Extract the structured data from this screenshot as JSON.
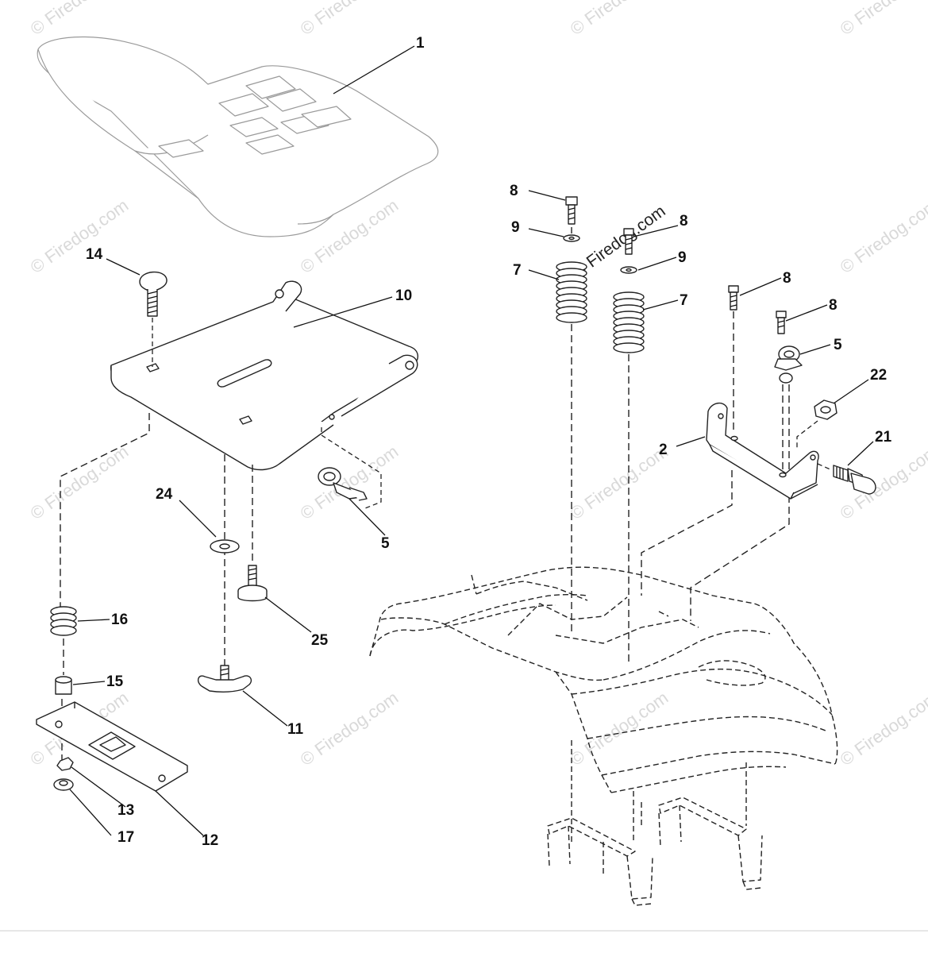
{
  "watermark": {
    "text": "© Firedog.com",
    "prominent": "© Firedog.com"
  },
  "callouts": {
    "p1": "1",
    "p2": "2",
    "p5a": "5",
    "p5b": "5",
    "p7a": "7",
    "p7b": "7",
    "p8a": "8",
    "p8b": "8",
    "p8c": "8",
    "p8d": "8",
    "p9a": "9",
    "p9b": "9",
    "p10": "10",
    "p11": "11",
    "p12": "12",
    "p13": "13",
    "p14": "14",
    "p15": "15",
    "p16": "16",
    "p17": "17",
    "p21": "21",
    "p22": "22",
    "p24": "24",
    "p25": "25"
  },
  "colors": {
    "line": "#222222",
    "watermark": "#d9d9d9",
    "background": "#ffffff"
  }
}
